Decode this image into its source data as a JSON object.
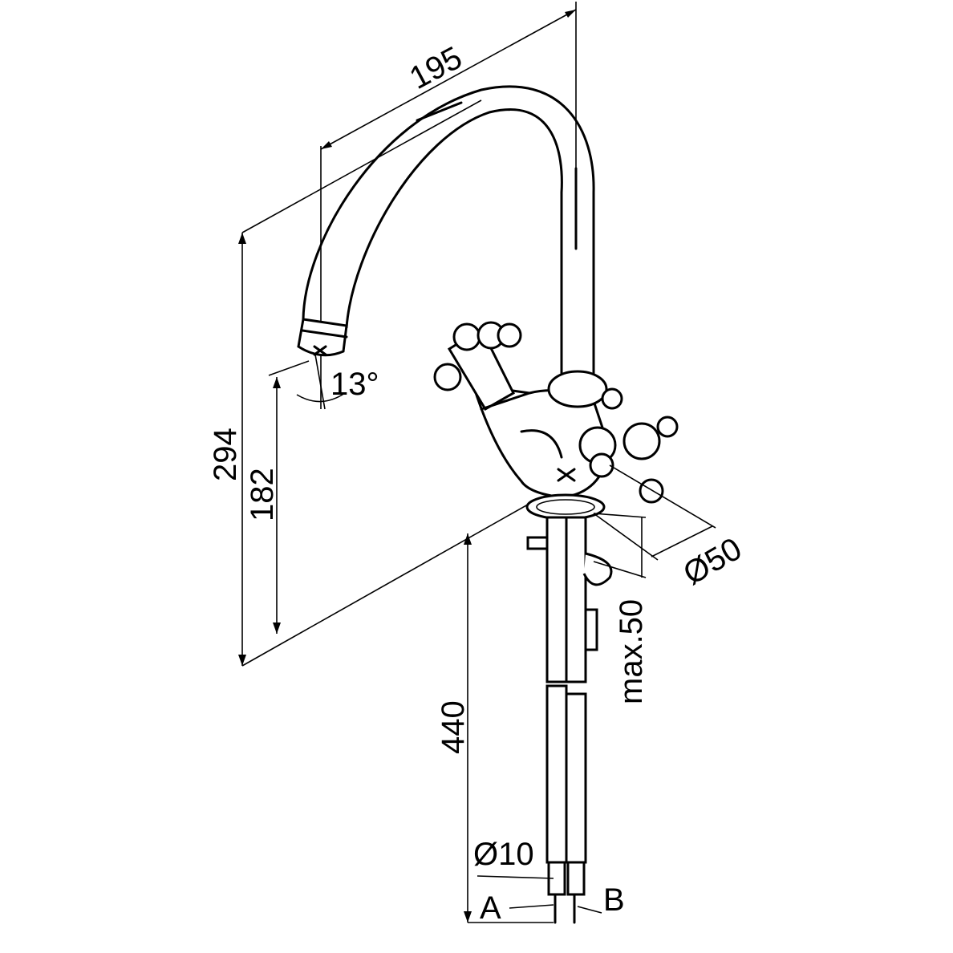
{
  "drawing": {
    "title": "Kitchen tap dimension drawing",
    "stroke_color": "#000000",
    "background_color": "#ffffff",
    "dimensions": {
      "spout_reach": "195",
      "total_height": "294",
      "spout_height": "182",
      "spout_angle": "13°",
      "base_diameter": "Ø50",
      "max_deck_thickness": "max.50",
      "hose_length": "440",
      "hose_diameter": "Ø10",
      "inlet_a": "A",
      "inlet_b": "B"
    }
  }
}
